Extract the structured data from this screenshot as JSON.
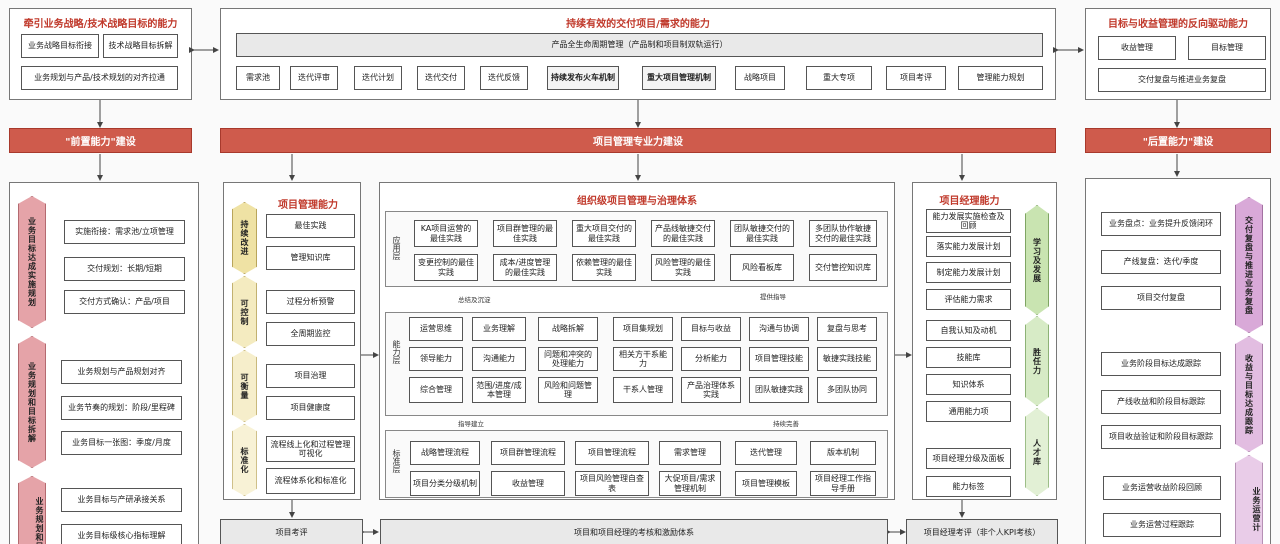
{
  "top_left": {
    "title": "牵引业务战略/技术战略目标的能力",
    "boxes": [
      "业务战略目标衔接",
      "技术战略目标拆解",
      "业务规划与产品/技术规划的对齐拉通"
    ]
  },
  "top_center": {
    "title": "持续有效的交付项目/需求的能力",
    "lifecycle": "产品全生命周期管理（产品制和项目制双轨运行）",
    "steps": [
      "需求池",
      "迭代评审",
      "迭代计划",
      "迭代交付",
      "迭代反馈",
      "持续发布火车机制",
      "重大项目管理机制",
      "战略项目",
      "重大专项",
      "项目考评",
      "管理能力规划"
    ]
  },
  "top_right": {
    "title": "目标与收益管理的反向驱动能力",
    "boxes": [
      "收益管理",
      "目标管理",
      "交付复盘与推进业务复盘"
    ]
  },
  "banners": {
    "left": "\"前置能力\"建设",
    "center": "项目管理专业力建设",
    "right": "\"后置能力\"建设"
  },
  "left_panel": {
    "side_labels": [
      "业务目标达成实施规划",
      "业务规划和目标拆解",
      "业务规划和目"
    ],
    "group1": [
      "实施衔接：需求池/立项管理",
      "交付规划：长期/短期",
      "交付方式确认：产品/项目"
    ],
    "group2": [
      "业务规划与产品规划对齐",
      "业务节奏的规划：阶段/里程碑",
      "业务目标一张图：季度/月度"
    ],
    "group3": [
      "业务目标与产研承接关系",
      "业务目标级核心指标理解"
    ]
  },
  "pm_ability": {
    "title": "项目管理能力",
    "side_labels": [
      "持续改进",
      "可控制",
      "可衡量",
      "标准化"
    ],
    "boxes": [
      "最佳实践",
      "管理知识库",
      "过程分析预警",
      "全周期监控",
      "项目治理",
      "项目健康度",
      "流程线上化和过程管理可视化",
      "流程体系化和标准化"
    ]
  },
  "governance": {
    "title": "组织级项目管理与治理体系",
    "layers": [
      "应用层",
      "能力层",
      "标准层"
    ],
    "app_row1": [
      "KA项目运营的最佳实践",
      "项目群管理的最佳实践",
      "重大项目交付的最佳实践",
      "产品线敏捷交付的最佳实践",
      "团队敏捷交付的最佳实践",
      "多团队协作敏捷交付的最佳实践"
    ],
    "app_row2": [
      "变更控制的最佳实践",
      "成本/进度管理的最佳实践",
      "依赖管理的最佳实践",
      "风险管理的最佳实践",
      "风险看板库",
      "交付管控知识库"
    ],
    "cap_row1": [
      "运营思维",
      "业务理解",
      "战略拆解",
      "项目集规划",
      "目标与收益",
      "沟通与协调",
      "复盘与思考"
    ],
    "cap_row2": [
      "领导能力",
      "沟通能力",
      "问题和冲突的处理能力",
      "相关方干系能力",
      "分析能力",
      "项目管理技能",
      "敏捷实践技能"
    ],
    "cap_row3": [
      "综合管理",
      "范围/进度/成本管理",
      "风险和问题管理",
      "干系人管理",
      "产品治理体系实践",
      "团队敏捷实践",
      "多团队协同"
    ],
    "std_row1": [
      "战略管理流程",
      "项目群管理流程",
      "项目管理流程",
      "需求管理",
      "迭代管理",
      "版本机制"
    ],
    "std_row2": [
      "项目分类分级机制",
      "收益管理",
      "项目风险管理自查表",
      "大促项目/需求管理机制",
      "项目管理模板",
      "项目经理工作指导手册"
    ],
    "arrow_labels": [
      "总结及沉淀",
      "提供指导",
      "指导建立",
      "持续完善"
    ]
  },
  "pm_manager": {
    "title": "项目经理能力",
    "boxes": [
      "能力发展实施检查及回顾",
      "落实能力发展计划",
      "制定能力发展计划",
      "评估能力需求",
      "自我认知及动机",
      "技能库",
      "知识体系",
      "通用能力项",
      "项目经理分级及面板",
      "能力标签"
    ],
    "side_labels": [
      "学习及发展",
      "胜任力",
      "人才库"
    ]
  },
  "right_panel": {
    "group1": [
      "业务盘点：业务提升反馈闭环",
      "产线复盘：迭代/季度",
      "项目交付复盘"
    ],
    "group2": [
      "业务阶段目标达成跟踪",
      "产线收益和阶段目标跟踪",
      "项目收益验证和阶段目标跟踪"
    ],
    "group3": [
      "业务运营收益阶段回顾",
      "业务运营过程跟踪"
    ],
    "side_labels": [
      "交付复盘与推进业务复盘",
      "收益与目标达成跟踪",
      "业务运营计"
    ]
  },
  "bottom": {
    "left": "项目考评",
    "center": "项目和项目经理的考核和激励体系",
    "right": "项目经理考评（非个人KPI考核）"
  },
  "colors": {
    "banner": "#cf5b4c",
    "pink": "#e5a3a8",
    "yellow": "#efe2a4",
    "green": "#c9e4b1",
    "purple": "#d9a9d8"
  }
}
